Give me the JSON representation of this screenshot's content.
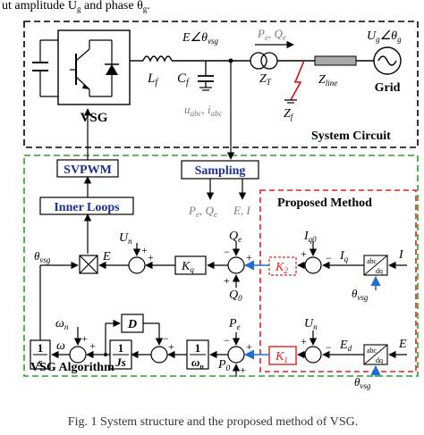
{
  "header_fragment": "ut amplitude U",
  "header_sub": "g",
  "header_tail": " and phase θ",
  "header_tail_sub": "g",
  "header_end": ".",
  "system": {
    "vsg_label": "VSG",
    "lf_main": "L",
    "lf_sub": "f",
    "cf_main": "C",
    "cf_sub": "f",
    "e_angle_main": "E∠θ",
    "e_angle_sub": "vsg",
    "pe_qe": "P",
    "pe_sub": "e",
    "qe_mid": ", Q",
    "qe_sub": "e",
    "zt_main": "Z",
    "zt_sub": "T",
    "zf_main": "Z",
    "zf_sub": "f",
    "zline_main": "Z",
    "zline_sub": "line",
    "ug_main": "U",
    "ug_sub": "g",
    "ug_mid": "∠θ",
    "ug_sub2": "g",
    "grid": "Grid",
    "uabc_main": "u",
    "uabc_sub": "abc",
    "iabc_main": ", i",
    "iabc_sub": "abc",
    "system_circuit": "System Circuit"
  },
  "algorithm": {
    "svpwm": "SVPWM",
    "inner_loops": "Inner Loops",
    "sampling": "Sampling",
    "sampling_out1_main": "P",
    "sampling_out1_sub": "e",
    "sampling_out1_mid": ", Q",
    "sampling_out1_sub2": "e",
    "sampling_out2": "E, I",
    "proposed_method": "Proposed Method",
    "un_top_main": "U",
    "un_top_sub": "n",
    "qe_main": "Q",
    "qe_sub": "e",
    "q0_main": "Q",
    "q0_sub": "0",
    "kq_main": "K",
    "kq_sub": "q",
    "k2_main": "K",
    "k2_sub": "2",
    "iq0_main": "I",
    "iq0_sub": "q0",
    "iq_main": "I",
    "iq_sub": "q",
    "i_label": "I",
    "theta_vsg_main": "θ",
    "theta_vsg_sub": "vsg",
    "e_label": "E",
    "omega_n_main": "ω",
    "omega_n_sub": "n",
    "omega": "ω",
    "d_label": "D",
    "int_num": "1",
    "int_den": "s",
    "js_num": "1",
    "js_den": "Js",
    "wn_num": "1",
    "wn_den_main": "ω",
    "wn_den_sub": "n",
    "pe_main": "P",
    "pe_sub": "e",
    "p0_main": "P",
    "p0_sub": "0",
    "k1_main": "K",
    "k1_sub": "1",
    "un_bot_main": "U",
    "un_bot_sub": "n",
    "ed_main": "E",
    "ed_sub": "d",
    "e_in": "E",
    "abc_top": "abc",
    "dq_bot": "dq",
    "plus": "+",
    "minus": "−",
    "vsg_algorithm": "VSG Algorithm"
  },
  "caption": "Fig. 1 System structure and the proposed method of VSG."
}
